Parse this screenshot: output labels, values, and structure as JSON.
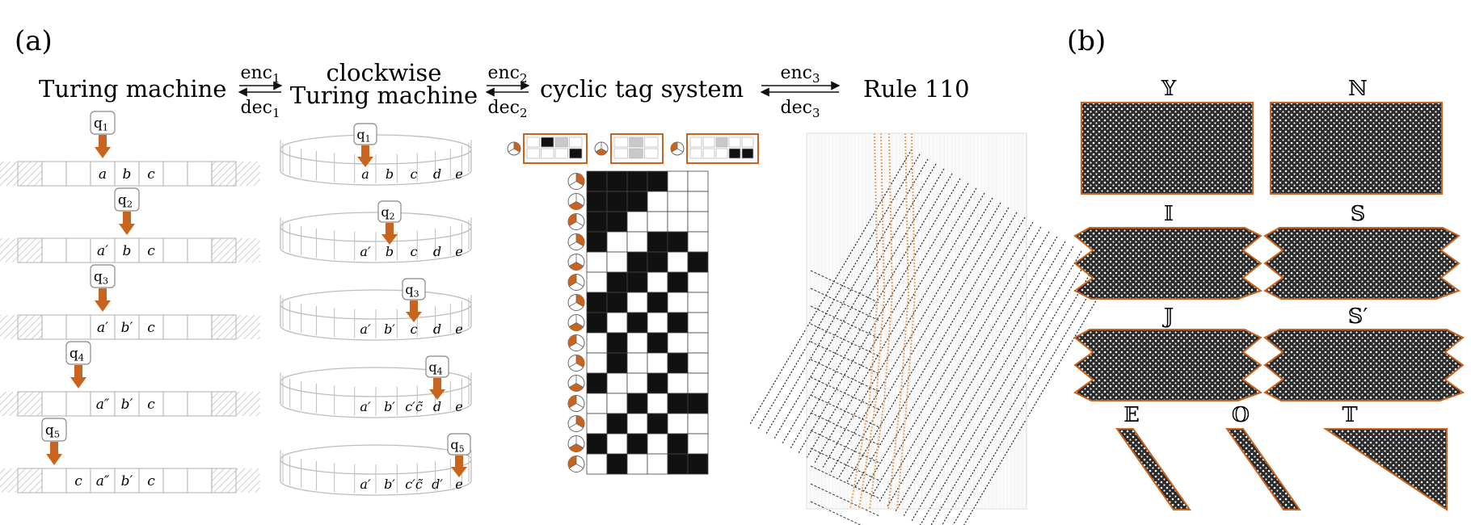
{
  "panel_a": {
    "label": "(a)",
    "headings": {
      "turing_machine": "Turing machine",
      "clockwise_line1": "clockwise",
      "clockwise_line2": "Turing machine",
      "cyclic_tag_system": "cyclic tag system",
      "rule_110": "Rule 110"
    },
    "arrows": [
      {
        "forward": "enc",
        "forward_sub": "1",
        "backward": "dec",
        "backward_sub": "1"
      },
      {
        "forward": "enc",
        "forward_sub": "2",
        "backward": "dec",
        "backward_sub": "2"
      },
      {
        "forward": "enc",
        "forward_sub": "3",
        "backward": "dec",
        "backward_sub": "3"
      }
    ],
    "turing_steps": [
      {
        "state": "q",
        "state_sub": "1",
        "head_cell": 3,
        "cells": [
          "",
          "",
          "",
          "a",
          "b",
          "c",
          "",
          "",
          ""
        ]
      },
      {
        "state": "q",
        "state_sub": "2",
        "head_cell": 4,
        "cells": [
          "",
          "",
          "",
          "a′",
          "b",
          "c",
          "",
          "",
          ""
        ]
      },
      {
        "state": "q",
        "state_sub": "3",
        "head_cell": 3,
        "cells": [
          "",
          "",
          "",
          "a′",
          "b′",
          "c",
          "",
          "",
          ""
        ]
      },
      {
        "state": "q",
        "state_sub": "4",
        "head_cell": 2,
        "cells": [
          "",
          "",
          "",
          "a″",
          "b′",
          "c",
          "",
          "",
          ""
        ]
      },
      {
        "state": "q",
        "state_sub": "5",
        "head_cell": 1,
        "cells": [
          "",
          "",
          "c",
          "a″",
          "b′",
          "c",
          "",
          "",
          ""
        ]
      }
    ],
    "clockwise_steps": [
      {
        "state": "q",
        "state_sub": "1",
        "head_cell": 0,
        "cells": [
          "a",
          "b",
          "c",
          "d",
          "e"
        ]
      },
      {
        "state": "q",
        "state_sub": "2",
        "head_cell": 1,
        "cells": [
          "a′",
          "b",
          "c",
          "d",
          "e"
        ]
      },
      {
        "state": "q",
        "state_sub": "3",
        "head_cell": 2,
        "cells": [
          "a′",
          "b′",
          "c",
          "d",
          "e"
        ]
      },
      {
        "state": "q",
        "state_sub": "4",
        "head_cell": 3,
        "cells": [
          "a′",
          "b′",
          "c′c̃",
          "d",
          "e"
        ]
      },
      {
        "state": "q",
        "state_sub": "5",
        "head_cell": 4,
        "cells": [
          "a′",
          "b′",
          "c′c̃",
          "d′",
          "e"
        ]
      }
    ],
    "cts_grid": [
      [
        1,
        1,
        1,
        1,
        0,
        0
      ],
      [
        1,
        1,
        1,
        0,
        0,
        0
      ],
      [
        1,
        1,
        0,
        0,
        0,
        0
      ],
      [
        1,
        0,
        0,
        1,
        1,
        0
      ],
      [
        0,
        0,
        1,
        1,
        0,
        1
      ],
      [
        0,
        1,
        1,
        0,
        1,
        0
      ],
      [
        1,
        1,
        0,
        1,
        0,
        0
      ],
      [
        1,
        0,
        1,
        0,
        1,
        0
      ],
      [
        0,
        1,
        0,
        1,
        0,
        0
      ],
      [
        0,
        1,
        0,
        0,
        1,
        0
      ],
      [
        1,
        0,
        0,
        1,
        0,
        0
      ],
      [
        0,
        0,
        1,
        0,
        1,
        1
      ],
      [
        0,
        1,
        0,
        1,
        0,
        0
      ],
      [
        1,
        0,
        1,
        0,
        1,
        0
      ],
      [
        0,
        1,
        0,
        0,
        1,
        1
      ]
    ],
    "cts_phase": [
      0,
      1,
      2,
      0,
      1,
      2,
      0,
      1,
      2,
      0,
      1,
      2,
      0,
      1,
      2
    ]
  },
  "panel_b": {
    "label": "(b)",
    "blocks": [
      {
        "label": "𝕐",
        "shape": "rect"
      },
      {
        "label": "ℕ",
        "shape": "rect"
      },
      {
        "label": "𝕀",
        "shape": "zig"
      },
      {
        "label": "𝕊",
        "shape": "zig"
      },
      {
        "label": "𝕁",
        "shape": "zig"
      },
      {
        "label": "𝕊′",
        "shape": "zig"
      },
      {
        "label": "𝔼",
        "shape": "strip"
      },
      {
        "label": "𝕆",
        "shape": "strip"
      },
      {
        "label": "𝕋",
        "shape": "tri"
      }
    ]
  },
  "colors": {
    "accent": "#c8641e",
    "accent_light": "#e8a060",
    "frame": "#bdbdbd",
    "ink": "#111111",
    "fill_grey": "#c8c8c8"
  }
}
